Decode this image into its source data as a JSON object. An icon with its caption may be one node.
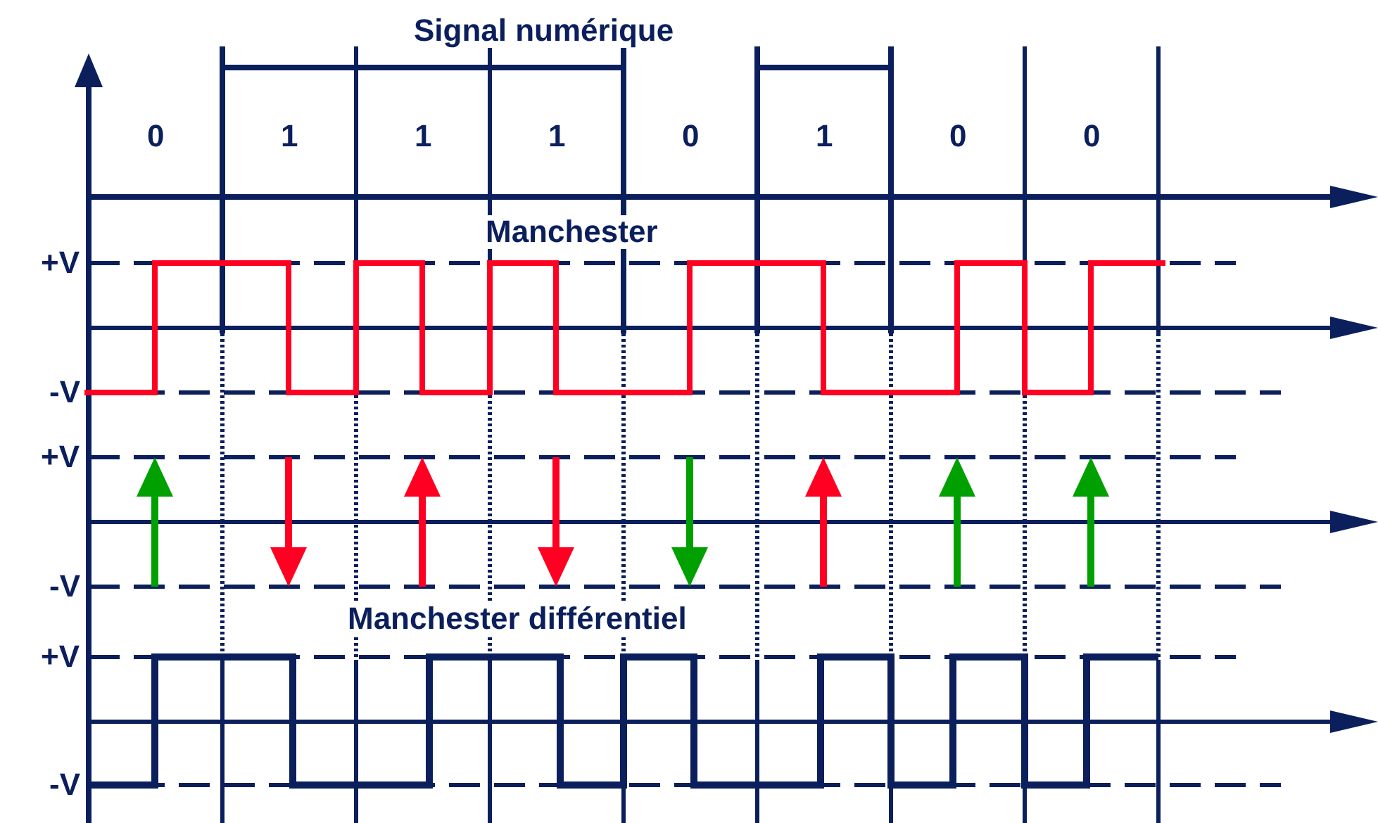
{
  "diagram": {
    "title": "Signal numérique",
    "labels": [
      "0",
      "1",
      "1",
      "1",
      "0",
      "1",
      "0",
      "0",
      "Manchester",
      "+V",
      "-V",
      "+V",
      "-V",
      "Manchester différentiel",
      "+V",
      "-V"
    ]
  }
}
